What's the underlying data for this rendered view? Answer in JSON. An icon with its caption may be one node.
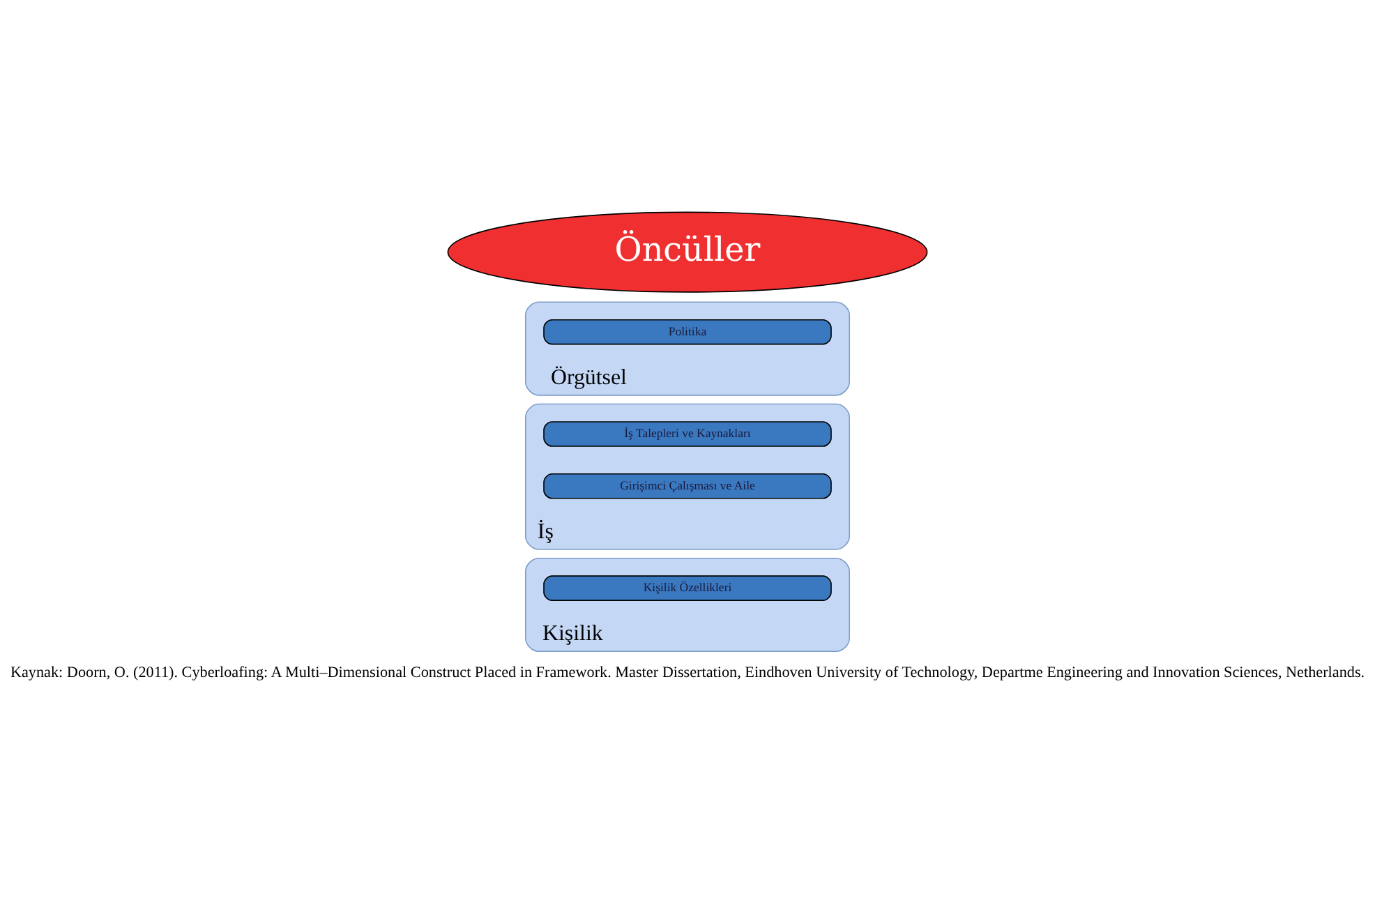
{
  "diagram": {
    "caption": "Kaynak: Doorn, O. (2011). Cyberloafing: A Multi–Dimensional Construct Placed in Framework. Master Dissertation, Eindhoven University of Technology, Departme Engineering and Innovation Sciences, Netherlands.",
    "nodes": [
      {
        "text": [
          "Öncüller"
        ]
      },
      {
        "text": [
          "Örgütsel"
        ]
      },
      {
        "text": [
          "Politika"
        ],
        "in": 1
      },
      {
        "text": [
          "İş"
        ]
      },
      {
        "text": [
          "İş Talepleri ve Kaynakları"
        ],
        "in": 3
      },
      {
        "text": [
          "Girişimci Çalışması ve Aile"
        ],
        "in": 3
      },
      {
        "text": [
          "Kişilik"
        ]
      },
      {
        "text": [
          "Kişilik Özellikleri"
        ],
        "in": 6
      }
    ],
    "edges": []
  }
}
